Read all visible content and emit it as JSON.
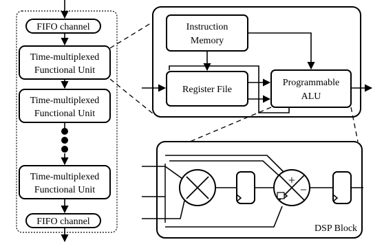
{
  "left_column": {
    "fifo_top_label": "FIFO channel",
    "fu1_line1": "Time-multiplexed",
    "fu1_line2": "Functional Unit",
    "fu2_line1": "Time-multiplexed",
    "fu2_line2": "Functional Unit",
    "fu3_line1": "Time-multiplexed",
    "fu3_line2": "Functional Unit",
    "fifo_bottom_label": "FIFO channel"
  },
  "unit_detail": {
    "instruction_memory_line1": "Instruction",
    "instruction_memory_line2": "Memory",
    "register_file_label": "Register File",
    "alu_line1": "Programmable",
    "alu_line2": "ALU"
  },
  "dsp_block": {
    "title": "DSP Block",
    "multiplier_symbol": "×",
    "plus_symbol": "+",
    "minus_symbol": "−"
  }
}
